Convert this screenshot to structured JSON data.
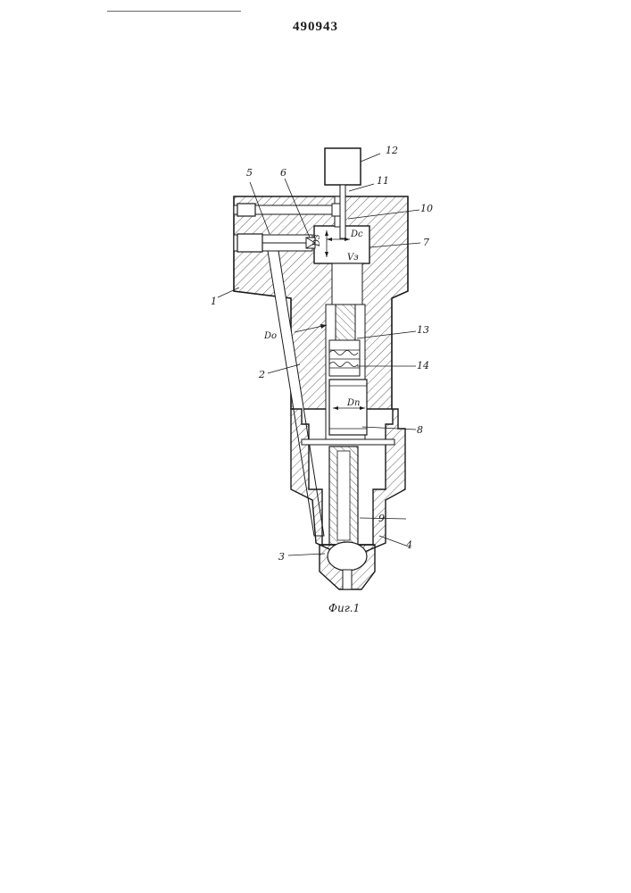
{
  "header": {
    "patent_number": "490943"
  },
  "figure": {
    "caption": "Фиг.1",
    "part_labels": [
      "1",
      "2",
      "3",
      "4",
      "5",
      "6",
      "7",
      "8",
      "9",
      "10",
      "11",
      "12",
      "13",
      "14"
    ],
    "dimension_labels": {
      "dc": "Dс",
      "dz": "Dз",
      "vz": "Vз",
      "do": "Dо",
      "dp": "Dп"
    }
  }
}
